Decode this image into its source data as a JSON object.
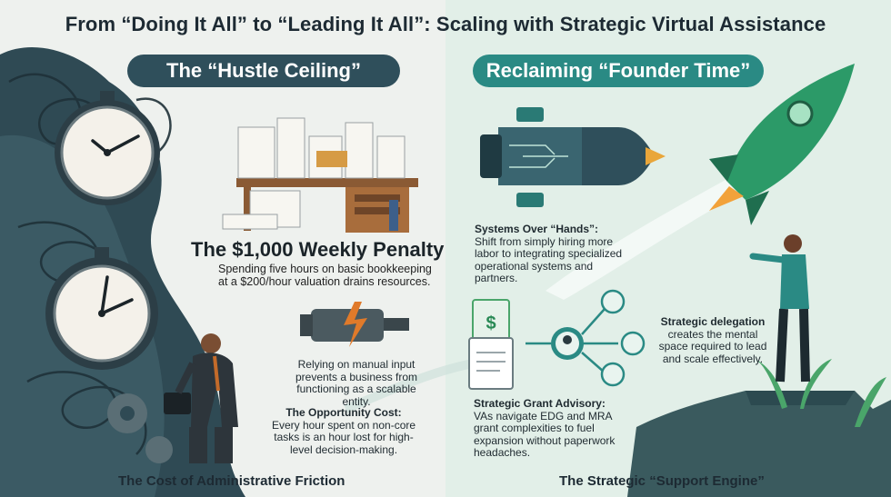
{
  "title": "From “Doing It All” to “Leading It All”: Scaling with Strategic Virtual Assistance",
  "left": {
    "header": "The “Hustle Ceiling”",
    "penalty_title": "The $1,000 Weekly Penalty",
    "penalty_text": "Spending five hours on basic bookkeeping at a $200/hour valuation drains resources.",
    "manual_input": "Relying on manual input prevents a business from functioning as a scalable entity.",
    "opportunity_title": "The Opportunity Cost:",
    "opportunity_text": "Every hour spent on non-core tasks is an hour lost for high-level decision-making.",
    "footer": "The Cost of Administrative Friction"
  },
  "right": {
    "header": "Reclaiming “Founder Time”",
    "systems_title": "Systems Over “Hands”:",
    "systems_text": "Shift from simply hiring more labor to integrating specialized operational systems and partners.",
    "delegation_title": "Strategic delegation",
    "delegation_text": "creates the mental space required to lead and scale effectively.",
    "grant_title": "Strategic Grant Advisory:",
    "grant_text": "VAs navigate EDG and MRA grant complexities to fuel expansion without paperwork headaches.",
    "footer": "The Strategic “Support Engine”"
  },
  "icons": {
    "clock_top": "clock-icon",
    "clock_bottom": "stopwatch-icon",
    "desk": "cluttered-desk-icon",
    "motor": "motor-icon",
    "rocket": "rocket-icon",
    "engine": "circuit-engine-icon",
    "docs": "document-icon",
    "network": "people-network-icon",
    "person": "leader-figure-icon"
  },
  "colors": {
    "dark_teal": "#2f4f5b",
    "teal": "#2a8a84",
    "green": "#4aa56a",
    "orange": "#e07a2a"
  }
}
